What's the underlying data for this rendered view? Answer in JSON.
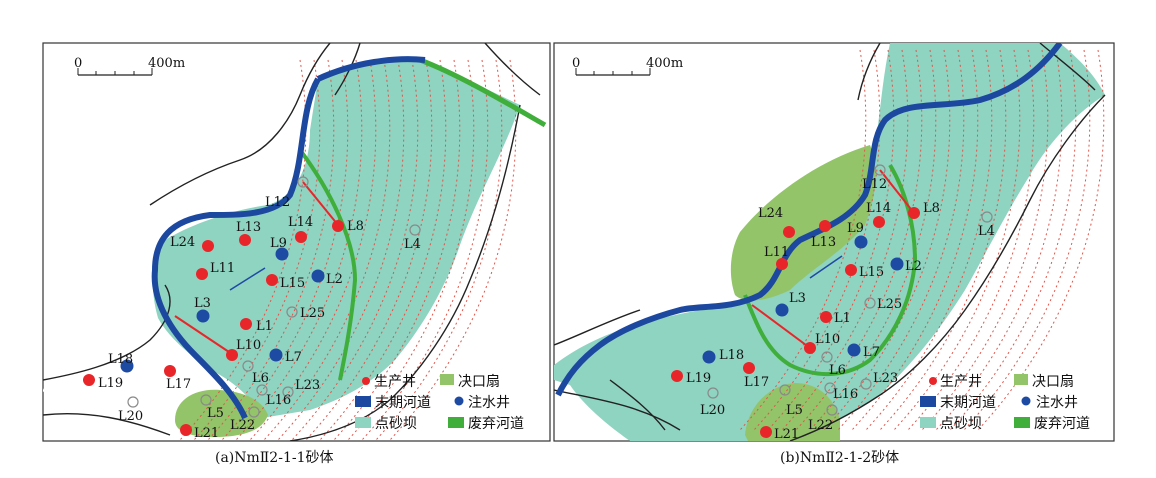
{
  "panels": [
    {
      "caption": "(a)NmⅡ2-1-1砂体",
      "scalebar": {
        "zero": "0",
        "end": "400m"
      },
      "wells": {
        "production": [
          "L24",
          "L13",
          "L14",
          "L8",
          "L11",
          "L15",
          "L1",
          "L10",
          "L19",
          "L17",
          "L21"
        ],
        "injection": [
          "L9",
          "L2",
          "L3",
          "L7",
          "L18"
        ],
        "inactive": [
          "L12",
          "L4",
          "L25",
          "L6",
          "L16",
          "L23",
          "L5",
          "L22",
          "L20"
        ]
      },
      "legend": {
        "production": "生产井",
        "splay": "决口扇",
        "late_channel": "末期河道",
        "injection": "注水井",
        "point_bar": "点砂坝",
        "abandoned": "废弃河道"
      }
    },
    {
      "caption": "(b)NmⅡ2-1-2砂体",
      "scalebar": {
        "zero": "0",
        "end": "400m"
      },
      "wells": {
        "production": [
          "L24",
          "L11",
          "L13",
          "L14",
          "L8",
          "L15",
          "L1",
          "L10",
          "L19",
          "L17",
          "L21"
        ],
        "injection": [
          "L9",
          "L2",
          "L3",
          "L7",
          "L18"
        ],
        "inactive": [
          "L12",
          "L4",
          "L25",
          "L6",
          "L16",
          "L23",
          "L5",
          "L22",
          "L20"
        ]
      },
      "legend": {
        "production": "生产井",
        "splay": "决口扇",
        "late_channel": "末期河道",
        "injection": "注水井",
        "point_bar": "点砂坝",
        "abandoned": "废弃河道"
      }
    }
  ],
  "colors": {
    "point_bar": "#8fd3c1",
    "splay": "#93c46a",
    "late_channel": "#1c48a0",
    "abandoned": "#3fae3a",
    "production": "#e8262a",
    "injection": "#1d4aa3",
    "inactive": "#9a9a9a",
    "contour": "#e0554a"
  }
}
